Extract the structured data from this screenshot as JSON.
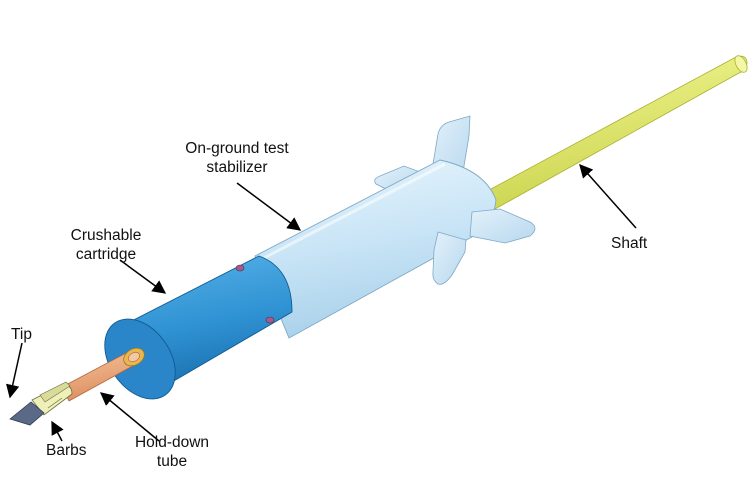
{
  "labels": {
    "tip": "Tip",
    "barbs": "Barbs",
    "hold_down_tube_line1": "Hold-down",
    "hold_down_tube_line2": "tube",
    "crushable_cartridge_line1": "Crushable",
    "crushable_cartridge_line2": "cartridge",
    "stabilizer_line1": "On-ground test",
    "stabilizer_line2": "stabilizer",
    "shaft": "Shaft"
  },
  "colors": {
    "shaft": "#e8f06a",
    "stabilizer": "#cde8f8",
    "cartridge": "#2f95d6",
    "hold_down_tube": "#f0a878",
    "barbs": "#eef0b8",
    "tip": "#5a6a86",
    "arrow": "#000000"
  }
}
